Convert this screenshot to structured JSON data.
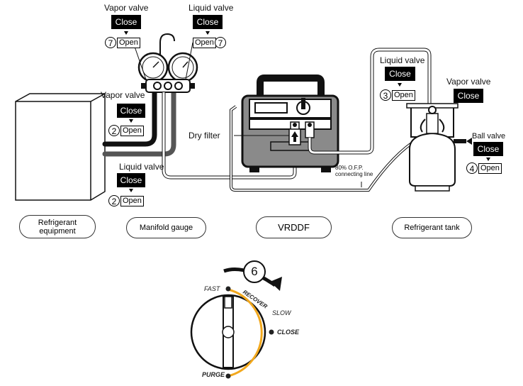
{
  "valves": {
    "v7_vapor": {
      "title": "Vapor valve",
      "close": "Close",
      "num": "7",
      "open": "Open"
    },
    "v7_liquid": {
      "title": "Liquid valve",
      "close": "Close",
      "num": "7",
      "open": "Open"
    },
    "v2_vapor": {
      "title": "Vapor valve",
      "close": "Close",
      "num": "2",
      "open": "Open"
    },
    "v2_liquid": {
      "title": "Liquid valve",
      "close": "Close",
      "num": "2",
      "open": "Open"
    },
    "v3_liquid": {
      "title": "Liquid valve",
      "close": "Close",
      "num": "3",
      "open": "Open"
    },
    "tank_vapor": {
      "title": "Vapor valve",
      "close": "Close"
    },
    "v4_ball": {
      "title": "Ball valve",
      "close": "Close",
      "num": "4",
      "open": "Open"
    }
  },
  "labels": {
    "dry_filter": "Dry filter",
    "ofp_line1": "80% O.F.P.",
    "ofp_line2": "connecting line"
  },
  "components": {
    "equipment_line1": "Refrigerant",
    "equipment_line2": "equipment",
    "manifold": "Manifold gauge",
    "recovery": "VRDDF",
    "tank": "Refrigerant tank"
  },
  "dial": {
    "step": "6",
    "fast": "FAST",
    "recover": "RECOVER",
    "slow": "SLOW",
    "close": "CLOSE",
    "purge": "PURGE",
    "accent_color": "#f2a81d"
  }
}
